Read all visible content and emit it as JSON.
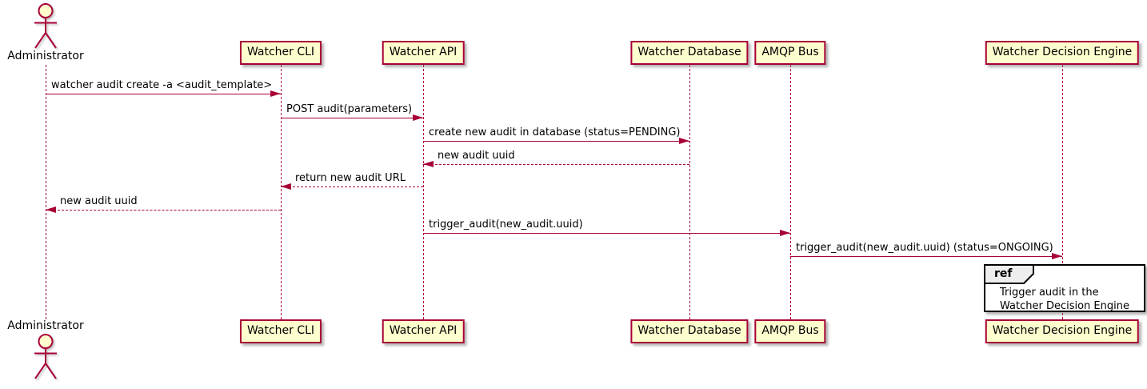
{
  "diagram_type": "uml-sequence",
  "actor": {
    "id": "administrator",
    "label": "Administrator"
  },
  "participants": [
    {
      "id": "cli",
      "label": "Watcher CLI"
    },
    {
      "id": "api",
      "label": "Watcher API"
    },
    {
      "id": "db",
      "label": "Watcher Database"
    },
    {
      "id": "amqp",
      "label": "AMQP Bus"
    },
    {
      "id": "wde",
      "label": "Watcher Decision Engine"
    }
  ],
  "messages": [
    {
      "from": "administrator",
      "to": "cli",
      "line": "solid",
      "label": "watcher audit create -a <audit_template>"
    },
    {
      "from": "cli",
      "to": "api",
      "line": "solid",
      "label": "POST audit(parameters)"
    },
    {
      "from": "api",
      "to": "db",
      "line": "solid",
      "label": "create new audit in database (status=PENDING)"
    },
    {
      "from": "db",
      "to": "api",
      "line": "dashed",
      "label": "new audit uuid"
    },
    {
      "from": "api",
      "to": "cli",
      "line": "dashed",
      "label": "return new audit URL"
    },
    {
      "from": "cli",
      "to": "administrator",
      "line": "dashed",
      "label": "new audit uuid"
    },
    {
      "from": "api",
      "to": "amqp",
      "line": "solid",
      "label": "trigger_audit(new_audit.uuid)"
    },
    {
      "from": "amqp",
      "to": "wde",
      "line": "solid",
      "label": "trigger_audit(new_audit.uuid) (status=ONGOING)"
    }
  ],
  "ref_fragment": {
    "keyword": "ref",
    "over": "wde",
    "lines": [
      "Trigger audit in the",
      "Watcher Decision Engine"
    ]
  },
  "colors": {
    "line": "#A80036",
    "participant_fill": "#FEFECE",
    "ref_border": "#000000",
    "ref_tab_fill": "#EEEEEE",
    "text": "#000000",
    "background": "#FFFFFF"
  }
}
